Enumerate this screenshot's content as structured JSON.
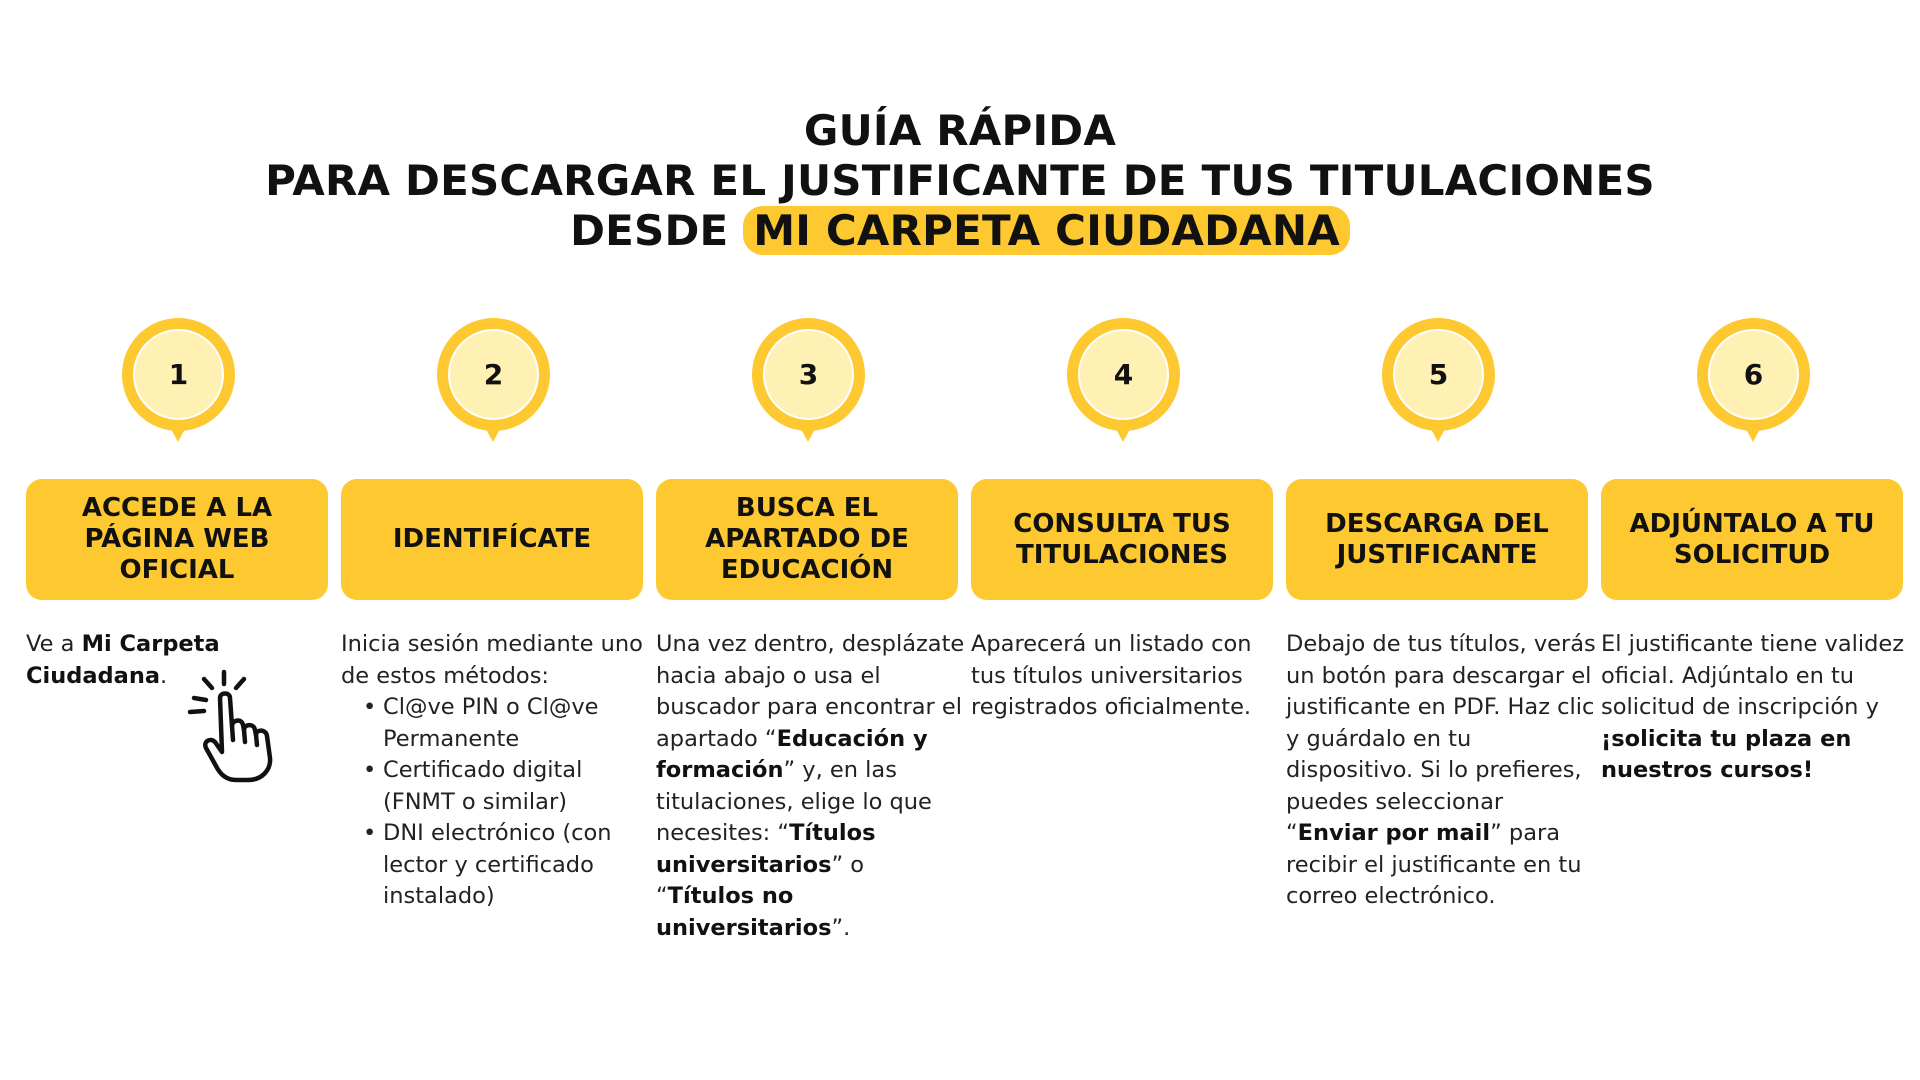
{
  "title": {
    "line1": "GUÍA RÁPIDA",
    "line2": "PARA DESCARGAR EL JUSTIFICANTE DE TUS TITULACIONES",
    "line3_prefix": "DESDE",
    "line3_highlight": "MI CARPETA CIUDADANA"
  },
  "colors": {
    "accent": "#fdc830",
    "accent_light": "#fff0b3",
    "text": "#1a1a1a"
  },
  "steps": [
    {
      "number": "1",
      "title": "ACCEDE A LA PÁGINA WEB OFICIAL",
      "desc": {
        "p1": "Ve a ",
        "p1_bold": "Mi Carpeta Ciudadana",
        "p1_end": "."
      },
      "icon": "pointing-hand-click-icon"
    },
    {
      "number": "2",
      "title": "IDENTIFÍCATE",
      "desc": {
        "intro": "Inicia sesión mediante uno de estos métodos:",
        "items": [
          "Cl@ve PIN o Cl@ve Permanente",
          "Certificado digital (FNMT o similar)",
          "DNI electrónico (con lector y certificado instalado)"
        ]
      }
    },
    {
      "number": "3",
      "title": "BUSCA EL APARTADO DE EDUCACIÓN",
      "desc": {
        "t1": "Una vez dentro, desplázate hacia abajo o usa el buscador para encontrar el apartado “",
        "b1": "Educación y formación",
        "t2": "” y, en las titulaciones, elige lo que necesites: “",
        "b2": "Títulos universitarios",
        "t3": "” o “",
        "b3": "Títulos no universitarios",
        "t4": "”."
      }
    },
    {
      "number": "4",
      "title": "CONSULTA TUS TITULACIONES",
      "desc": {
        "t1": "Aparecerá un listado con tus títulos universitarios registrados oficialmente."
      }
    },
    {
      "number": "5",
      "title": "DESCARGA DEL JUSTIFICANTE",
      "desc": {
        "t1": "Debajo de tus títulos, verás un botón para descargar el justificante en PDF. Haz clic y guárdalo en tu dispositivo. Si lo prefieres, puedes seleccionar “",
        "b1": "Enviar por mail",
        "t2": "” para recibir el justificante en tu correo electrónico."
      }
    },
    {
      "number": "6",
      "title": "ADJÚNTALO A TU SOLICITUD",
      "desc": {
        "t1": "El justificante tiene validez oficial. Adjúntalo en tu solicitud de inscripción y ",
        "b1": "¡solicita tu plaza en nuestros cursos!"
      }
    }
  ]
}
